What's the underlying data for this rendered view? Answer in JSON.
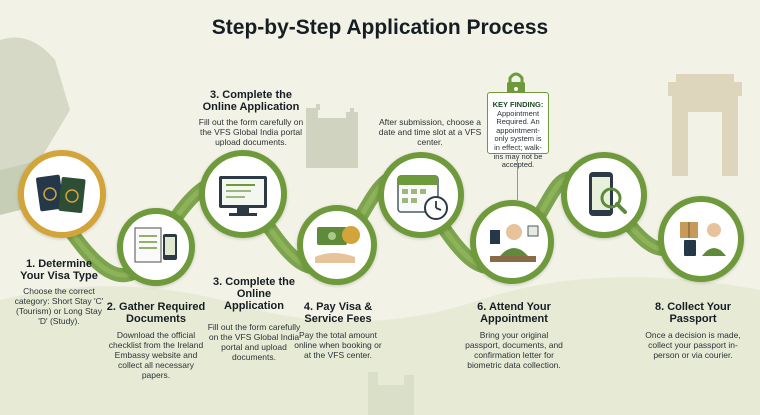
{
  "title": "Step-by-Step Application Process",
  "colors": {
    "path_green": "#6f9a3c",
    "accent_gold": "#d2a43a",
    "background": "#f3f2e6"
  },
  "steps": [
    {
      "icon": "passport-icon",
      "title": "1. Determine Your Visa Type",
      "desc": "Choose the correct category: Short Stay 'C' (Tourism) or Long Stay 'D' (Study)."
    },
    {
      "icon": "checklist-documents-icon",
      "title": "2. Gather Required Documents",
      "desc": "Download the official checklist from the Ireland Embassy website and collect all necessary papers."
    },
    {
      "icon": "computer-form-icon",
      "title": "3. Complete the Online Application",
      "desc": "Fill out the form carefully on the VFS Global India portal and upload documents.",
      "top_title": "3. Complete the Online Application",
      "top_desc": "Fill out the form carefully on the VFS Global India portal upload documents."
    },
    {
      "icon": "money-payment-icon",
      "title": "4. Pay Visa & Service Fees",
      "desc": "Pay the total amount online when booking or at the VFS center."
    },
    {
      "icon": "calendar-clock-icon",
      "title": "",
      "desc": "After submission, choose a date and time slot at a VFS center."
    },
    {
      "icon": "biometric-desk-icon",
      "title": "6. Attend Your Appointment",
      "desc": "Bring your original passport, documents, and confirmation letter for biometric data collection."
    },
    {
      "icon": "phone-search-icon",
      "title": "",
      "desc": ""
    },
    {
      "icon": "passport-collection-icon",
      "title": "8. Collect Your Passport",
      "desc": "Once a decision is made, collect your passport in-person or via courier."
    }
  ],
  "key_finding": {
    "icon": "lock-icon",
    "heading": "KEY FINDING:",
    "text": "Appointment Required. An appointment-only system is in effect; walk-ins may not be accepted."
  }
}
